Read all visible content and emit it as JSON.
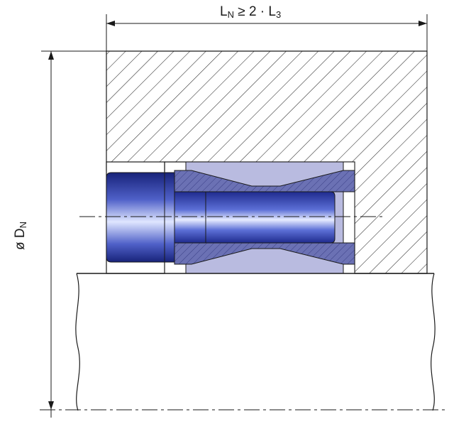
{
  "dimensions": {
    "length": {
      "symbol": "L",
      "subscript": "N",
      "relation": " ≥ 2 · L",
      "ref_subscript": "3"
    },
    "diameter": {
      "symbol": "ø D",
      "subscript": "N"
    }
  },
  "colors": {
    "line": "#1a1a1a",
    "hatch": "#2a2a2a",
    "hub_fill": "#ffffff",
    "bushing_fill": "#b9bbe0",
    "cone_fill": "#6b71b4",
    "screw_dark": "#1f2b8e",
    "screw_light": "#e6ebff"
  },
  "icons": [
    "hatch-pattern",
    "centerline",
    "dimension-arrow"
  ]
}
